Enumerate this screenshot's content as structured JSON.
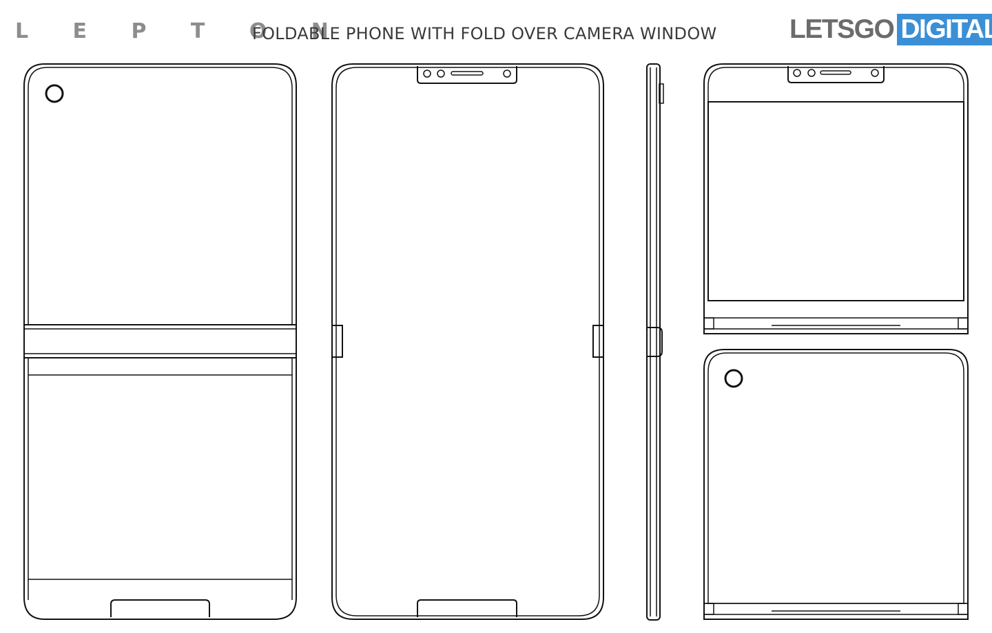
{
  "header": {
    "brand": "L E P T O N",
    "headline": "FOLDABLE PHONE WITH FOLD OVER CAMERA WINDOW",
    "logo_part1": "LETSGO",
    "logo_part2": "DIGITAL"
  },
  "colors": {
    "logo_accent": "#3b8fd6",
    "logo_gray": "#6b6b6b",
    "screen_top": "#e8f2fb",
    "screen_bottom": "#c9e1ec",
    "panel_light": "#f6f6f6",
    "panel_shade": "#dcdcdc"
  }
}
